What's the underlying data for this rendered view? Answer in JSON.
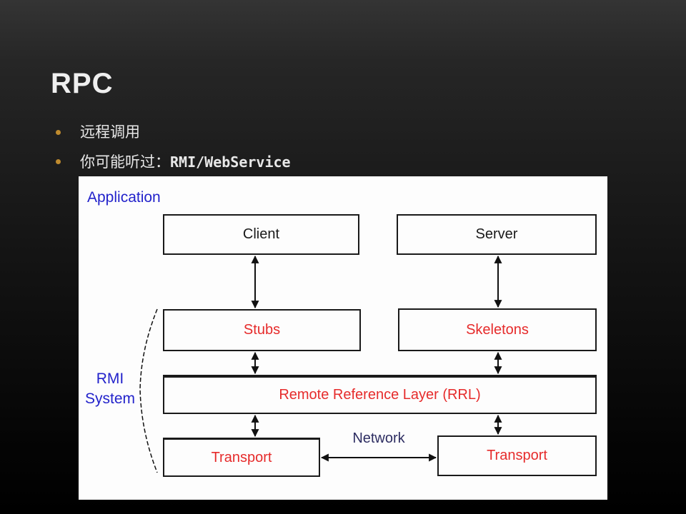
{
  "slide": {
    "title": "RPC",
    "bullets": [
      {
        "text": "远程调用",
        "mono": ""
      },
      {
        "text": "你可能听过：",
        "mono": "RMI/WebService"
      }
    ]
  },
  "diagram": {
    "labels": {
      "application": "Application",
      "rmi_system_line1": "RMI",
      "rmi_system_line2": "System",
      "network": "Network"
    },
    "boxes": {
      "client": "Client",
      "server": "Server",
      "stubs": "Stubs",
      "skeletons": "Skeletons",
      "rrl": "Remote Reference Layer (RRL)",
      "transport_left": "Transport",
      "transport_right": "Transport"
    },
    "colors": {
      "label_blue": "#2323cb",
      "network_navy": "#2e2e62",
      "box_text_red": "#e62b2b",
      "box_text_black": "#1a1a1a",
      "bullet_orange": "#bf8b2e",
      "panel_background": "#fdfdfd",
      "slide_background_top": "#343434",
      "slide_background_bottom": "#000000"
    }
  }
}
